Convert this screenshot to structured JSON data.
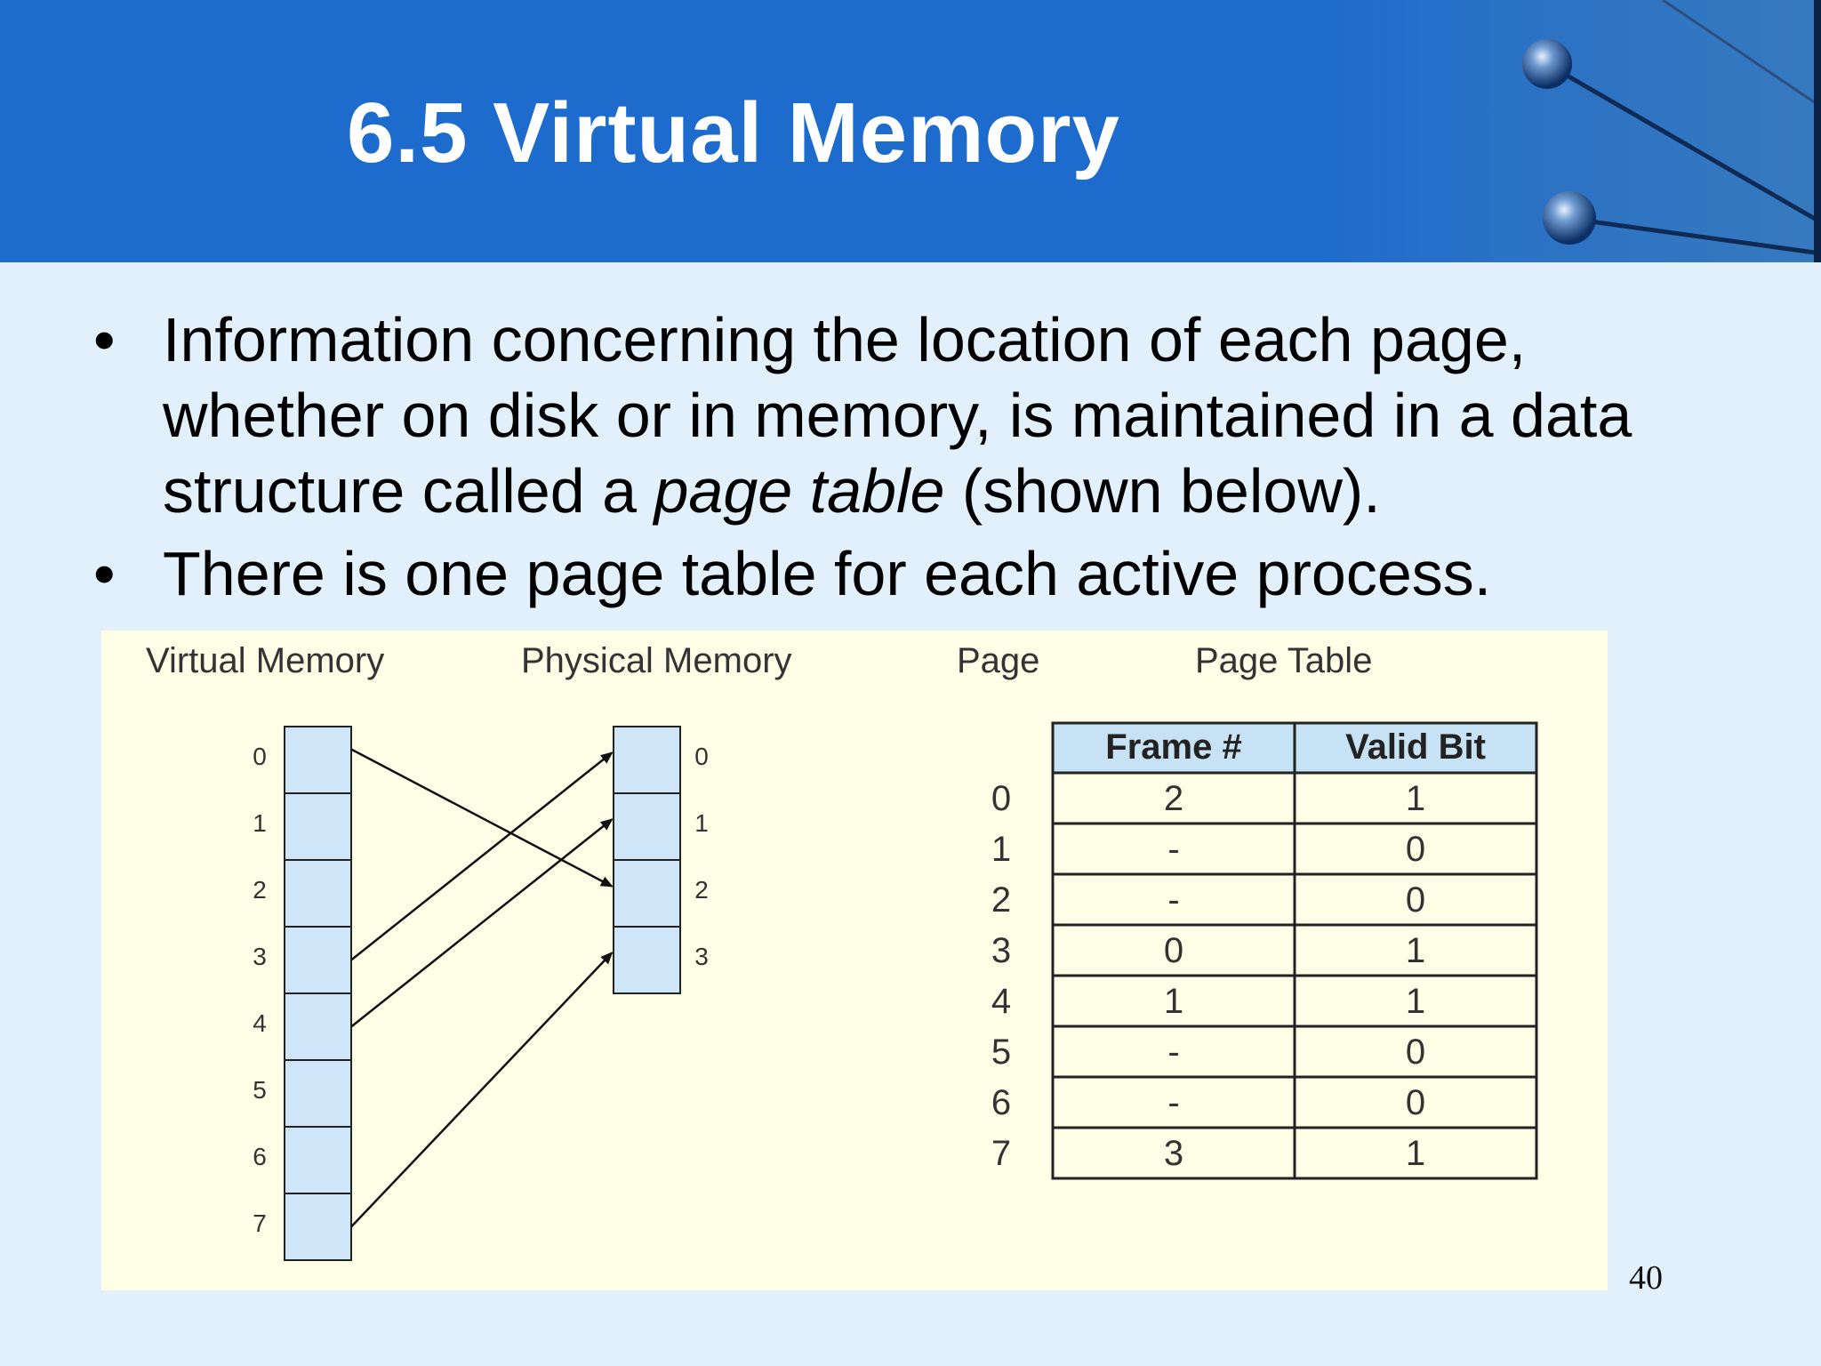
{
  "slide": {
    "title": "6.5 Virtual Memory",
    "page_number": "40"
  },
  "bullets": [
    {
      "marker": "•",
      "before": "Information concerning the location of each page, whether on disk or in memory, is maintained in a data structure called a ",
      "emphasis": "page table",
      "after": " (shown below)."
    },
    {
      "marker": "•",
      "before": "There is one page table for each active process.",
      "emphasis": "",
      "after": ""
    }
  ],
  "figure": {
    "headers": {
      "virtual_memory": "Virtual Memory",
      "physical_memory": "Physical Memory",
      "page": "Page",
      "page_table": "Page Table"
    },
    "virtual_pages": [
      "0",
      "1",
      "2",
      "3",
      "4",
      "5",
      "6",
      "7"
    ],
    "physical_frames": [
      "0",
      "1",
      "2",
      "3"
    ],
    "page_table": {
      "columns": [
        "Frame #",
        "Valid Bit"
      ],
      "rows": [
        {
          "page": "0",
          "frame": "2",
          "valid": "1"
        },
        {
          "page": "1",
          "frame": "-",
          "valid": "0"
        },
        {
          "page": "2",
          "frame": "-",
          "valid": "0"
        },
        {
          "page": "3",
          "frame": "0",
          "valid": "1"
        },
        {
          "page": "4",
          "frame": "1",
          "valid": "1"
        },
        {
          "page": "5",
          "frame": "-",
          "valid": "0"
        },
        {
          "page": "6",
          "frame": "-",
          "valid": "0"
        },
        {
          "page": "7",
          "frame": "3",
          "valid": "1"
        }
      ]
    },
    "colors": {
      "cell_fill": "#cfe6f8",
      "header_fill": "#c7e1f5",
      "figure_bg": "#fefee6",
      "header_bar": "#1d6bcc"
    }
  }
}
